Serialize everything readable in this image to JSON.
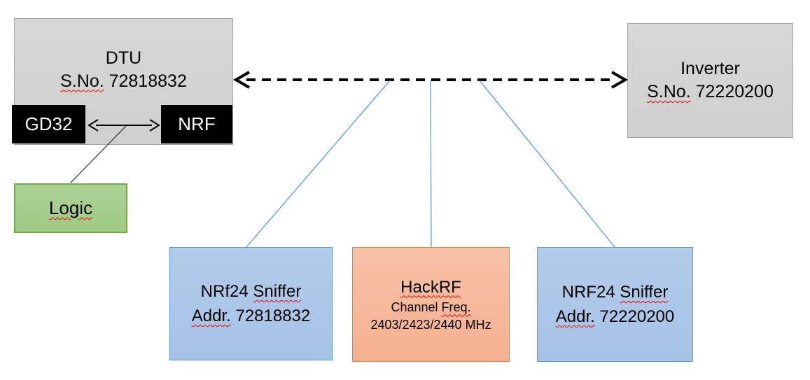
{
  "colors": {
    "gray_fill": "#d3d3d3",
    "gray_border": "#a6a6a6",
    "chip_black": "#000000",
    "chip_text": "#ffffff",
    "green_fill": "#a5cf8e",
    "green_border": "#70ad47",
    "blue_fill": "#abc7e8",
    "blue_border": "#5b9bd5",
    "orange_fill": "#f7b99c",
    "orange_border": "#ed7d31",
    "connector_black": "#000000",
    "connector_dark": "#404040",
    "connector_blue": "#5b9bd5",
    "spellcheck_red": "#ff0000"
  },
  "nodes": {
    "dtu": {
      "title": "DTU",
      "serial_label": "S.No.",
      "serial_number": "72818832"
    },
    "gd32": {
      "label": "GD32"
    },
    "nrf": {
      "label": "NRF"
    },
    "logic": {
      "label": "Logic"
    },
    "inverter": {
      "title": "Inverter",
      "serial_label": "S.No.",
      "serial_number": "72220200"
    },
    "sniffer_left": {
      "device": "NRf24",
      "role": "Sniffer",
      "addr_label": "Addr.",
      "addr_number": "72818832"
    },
    "hackrf": {
      "title": "HackRF",
      "subtitle_word": "Channel",
      "freq_word": "Freq.",
      "frequencies": "2403/2423/2440 MHz"
    },
    "sniffer_right": {
      "device": "NRF24",
      "role": "Sniffer",
      "addr_label": "Addr.",
      "addr_number": "72220200"
    }
  }
}
